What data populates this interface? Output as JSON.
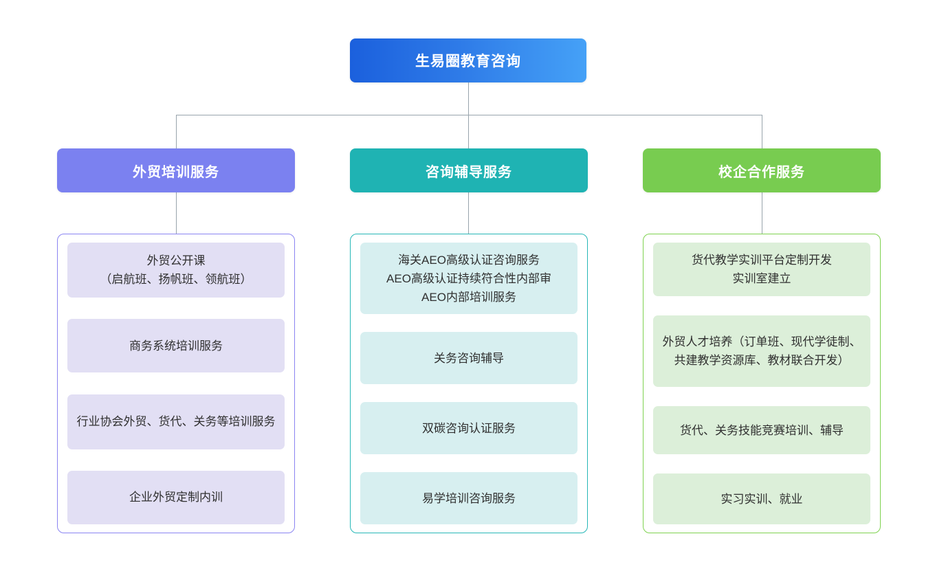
{
  "diagram": {
    "type": "organizational-tree",
    "root": {
      "label": "生易圈教育咨询",
      "color_start": "#1b60dd",
      "color_end": "#45a1f7"
    },
    "connector_color": "#98a4ac",
    "branches": [
      {
        "header": "外贸培训服务",
        "header_color": "#7b81f0",
        "border_color": "#8a84f2",
        "card_color": "#e2dff4",
        "items": [
          "外贸公开课\n（启航班、扬帆班、领航班）",
          "商务系统培训服务",
          "行业协会外贸、货代、关务等培训服务",
          "企业外贸定制内训"
        ]
      },
      {
        "header": "咨询辅导服务",
        "header_color": "#1fb3b3",
        "border_color": "#26b7b7",
        "card_color": "#d7eff0",
        "items": [
          "海关AEO高级认证咨询服务\nAEO高级认证持续符合性内部审\nAEO内部培训服务",
          "关务咨询辅导",
          "双碳咨询认证服务",
          "易学培训咨询服务"
        ]
      },
      {
        "header": "校企合作服务",
        "header_color": "#78cc50",
        "border_color": "#7ed24f",
        "card_color": "#dcefd9",
        "items": [
          "货代教学实训平台定制开发\n实训室建立",
          "外贸人才培养（订单班、现代学徒制、共建教学资源库、教材联合开发）",
          "货代、关务技能竞赛培训、辅导",
          "实习实训、就业"
        ]
      }
    ]
  }
}
